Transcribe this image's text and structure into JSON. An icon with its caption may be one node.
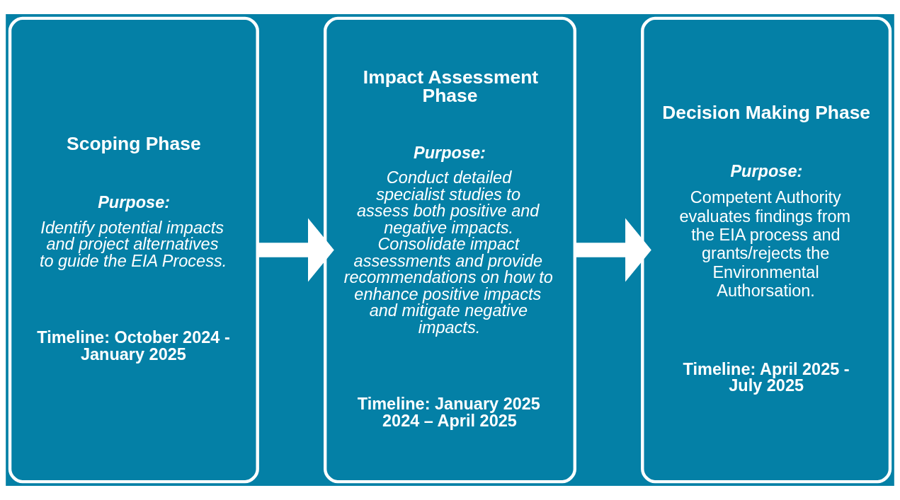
{
  "diagram": {
    "nodes": [
      {
        "text": [
          "Scoping Phase",
          "Purpose:",
          "Identify potential impacts and project alternatives to guide the EIA Process.",
          "Timeline: October 2024 - January 2025"
        ]
      },
      {
        "text": [
          "Impact Assessment Phase",
          "Purpose:",
          "Conduct detailed specialist studies to assess both positive and negative impacts. Consolidate impact assessments and provide recommendations on how to enhance positive impacts and mitigate negative impacts.",
          "Timeline: January 2025 2024 – April 2025"
        ]
      },
      {
        "text": [
          "Decision Making Phase",
          "Purpose:",
          "Competent Authority evaluates findings from the EIA process and grants/rejects the Environmental Authorsation.",
          "Timeline: April 2025 - July 2025"
        ]
      }
    ],
    "edges": [
      {
        "from": 0,
        "to": 1,
        "arrow": "to"
      },
      {
        "from": 1,
        "to": 2,
        "arrow": "to"
      }
    ]
  }
}
